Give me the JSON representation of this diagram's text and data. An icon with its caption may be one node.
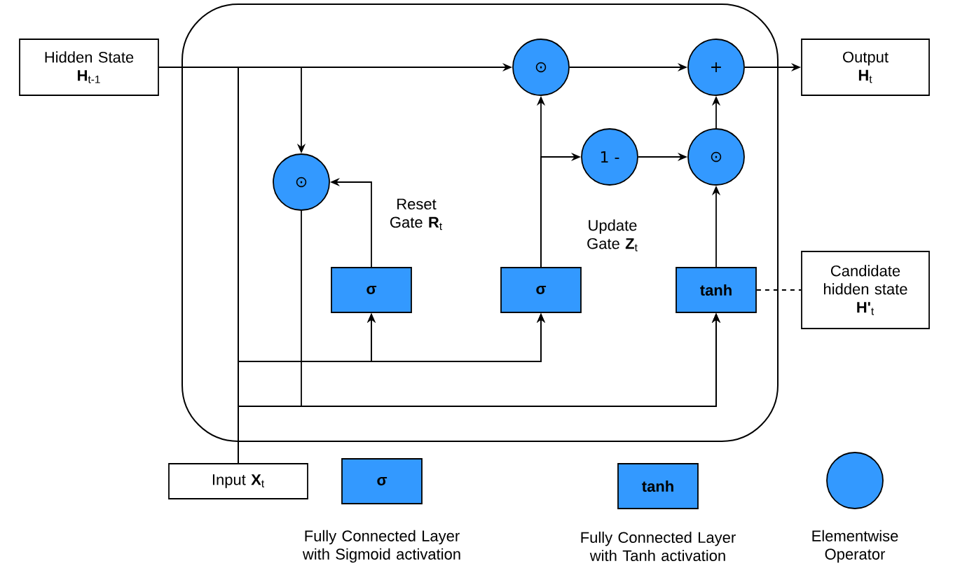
{
  "diagram": {
    "nodes": [
      {
        "text": [],
        "shape": "box"
      },
      {
        "text": [
          "Hidden State",
          "**H**$_{t-1}$"
        ]
      },
      {
        "text": [
          "⊙"
        ],
        "in": 0
      },
      {
        "text": [
          "+"
        ],
        "in": 0
      },
      {
        "text": [
          "Output",
          "**H**$_{t}$"
        ]
      },
      {
        "text": [
          "⊙"
        ],
        "in": 0
      },
      {
        "text": [
          "1 -"
        ],
        "in": 0
      },
      {
        "text": [
          "⊙"
        ],
        "in": 0
      },
      {
        "text": [
          "σ"
        ],
        "in": 0
      },
      {
        "text": [
          "σ"
        ],
        "in": 0
      },
      {
        "text": [
          "tanh"
        ],
        "in": 0
      },
      {
        "text": [
          "Candidate hidden state",
          "**H'**$_{t}$"
        ]
      },
      {
        "text": [
          "Input **X**$_{t}$"
        ]
      },
      {
        "text": [
          "σ"
        ],
        "beside": [
          "Fully Connected Layer with Sigmoid activation"
        ]
      },
      {
        "text": [
          "tanh"
        ],
        "beside": [
          "Fully Connected Layer with Tanh activation"
        ]
      },
      {
        "text": [],
        "shape": "circle",
        "beside": [
          "Elementwise Operator"
        ]
      }
    ],
    "edges": [
      {
        "from": 1,
        "to": 2,
        "arrow": "to"
      },
      {
        "from": 1,
        "to": 5,
        "arrow": "to"
      },
      {
        "from": 1,
        "to": 8,
        "arrow": "to"
      },
      {
        "from": 1,
        "to": 9,
        "arrow": "to"
      },
      {
        "from": 1,
        "to": 10,
        "arrow": "to"
      },
      {
        "from": 12,
        "to": 8,
        "arrow": "to"
      },
      {
        "from": 12,
        "to": 9,
        "arrow": "to"
      },
      {
        "from": 12,
        "to": 10,
        "arrow": "to"
      },
      {
        "from": 8,
        "to": 5,
        "arrow": "to"
      },
      {
        "from": 5,
        "to": 10,
        "arrow": "to"
      },
      {
        "from": 9,
        "to": 2,
        "arrow": "to"
      },
      {
        "from": 9,
        "to": 6,
        "arrow": "to"
      },
      {
        "from": 6,
        "to": 7,
        "arrow": "to"
      },
      {
        "from": 10,
        "to": 7,
        "arrow": "to"
      },
      {
        "from": 7,
        "to": 3,
        "arrow": "to"
      },
      {
        "from": 2,
        "to": 3,
        "arrow": "to"
      },
      {
        "from": 3,
        "to": 4,
        "arrow": "to"
      },
      {
        "from": 10,
        "to": 11,
        "arrow": "none",
        "style": "dashed"
      }
    ],
    "labels": [
      "Reset Gate **R**$_{t}$",
      "Update Gate **Z**$_{t}$"
    ]
  }
}
